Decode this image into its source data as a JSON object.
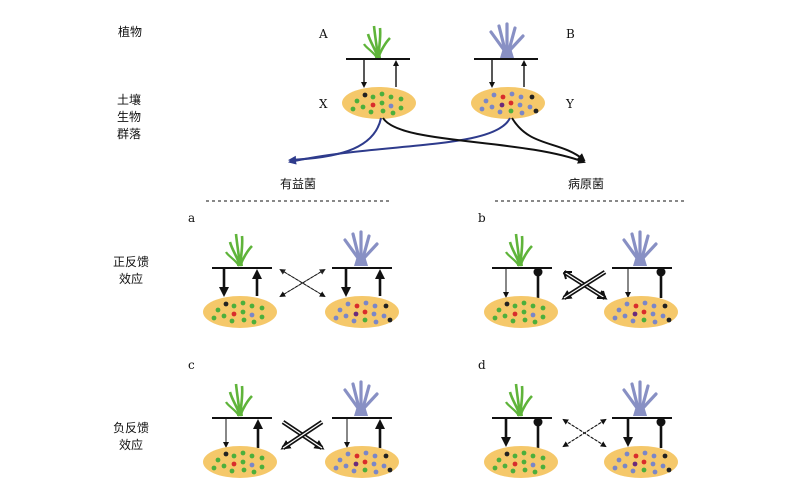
{
  "labels": {
    "plant": "植物",
    "community": [
      "土壤",
      "生物",
      "群落"
    ],
    "plant_a": "A",
    "plant_b": "B",
    "soil_x": "X",
    "soil_y": "Y",
    "beneficial": "有益菌",
    "pathogen": "病原菌",
    "positive_feedback": [
      "正反馈",
      "效应"
    ],
    "negative_feedback": [
      "负反馈",
      "效应"
    ],
    "panel_a": "a",
    "panel_b": "b",
    "panel_c": "c",
    "panel_d": "d"
  },
  "colors": {
    "green_plant": "#5fb43a",
    "purple_plant": "#8890c4",
    "soil": "#f5c86a",
    "beneficial_arrow": "#2e3b8c",
    "pathogen_arrow": "#111111",
    "microbe_green": "#4caf3c",
    "microbe_red": "#d92c2c",
    "microbe_blue": "#7a86c8",
    "microbe_dark": "#222222",
    "microbe_purple": "#6a2a7a"
  }
}
